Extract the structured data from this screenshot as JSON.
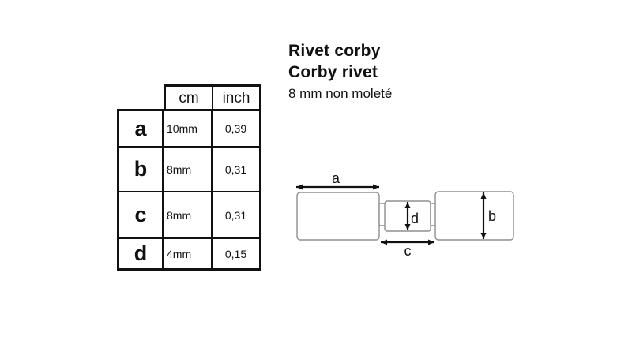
{
  "title": {
    "line1": "Rivet corby",
    "line2": "Corby rivet",
    "subtitle": "8 mm non moleté"
  },
  "table": {
    "headers": [
      "cm",
      "inch"
    ],
    "rows": [
      {
        "label": "a",
        "cm": "10mm",
        "inch": "0,39"
      },
      {
        "label": "b",
        "cm": "8mm",
        "inch": "0,31"
      },
      {
        "label": "c",
        "cm": "8mm",
        "inch": "0,31"
      },
      {
        "label": "d",
        "cm": "4mm",
        "inch": "0,15"
      }
    ]
  },
  "diagram": {
    "labels": {
      "a": "a",
      "b": "b",
      "c": "c",
      "d": "d"
    }
  },
  "colors": {
    "ink": "#111111",
    "outline": "#8f8f8f",
    "background": "#ffffff"
  }
}
